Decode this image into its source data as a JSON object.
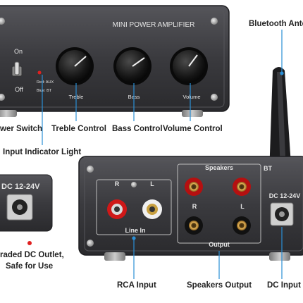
{
  "front_panel": {
    "title": "MINI POWER AMPLIFIER",
    "switch_on": "On",
    "switch_off": "Off",
    "indicator_red": "Red: AUX",
    "indicator_blue": "Blue: BT",
    "knob_treble": "Treble",
    "knob_bass": "Bass",
    "knob_volume": "Volume"
  },
  "rear_panel": {
    "speakers_title": "Speakers",
    "bt_label": "BT",
    "dc_label": "DC 12-24V",
    "r_label_rca": "R",
    "l_label_rca": "L",
    "r_label_spk": "R",
    "l_label_spk": "L",
    "line_in": "Line In",
    "output": "Output"
  },
  "inset": {
    "dc_label": "DC 12-24V",
    "caption_line1": "raded DC Outlet,",
    "caption_line2": "Safe for Use"
  },
  "callouts": {
    "bluetooth": "Bluetooth Anter",
    "power_switch": "wer Switch",
    "treble": "Treble Control",
    "bass": "Bass Control",
    "volume": "Volume Control",
    "input_indicator": "Input Indicator Light",
    "rca_input": "RCA Input",
    "speakers_output": "Speakers Output",
    "dc_input": "DC Input"
  },
  "colors": {
    "callout_line": "#2a8fd6",
    "chassis": "#3b3b3e",
    "chassis_dark": "#26262a",
    "rca_red": "#d01818",
    "rca_white": "#f0f0f0",
    "dot_red": "#e02020"
  }
}
